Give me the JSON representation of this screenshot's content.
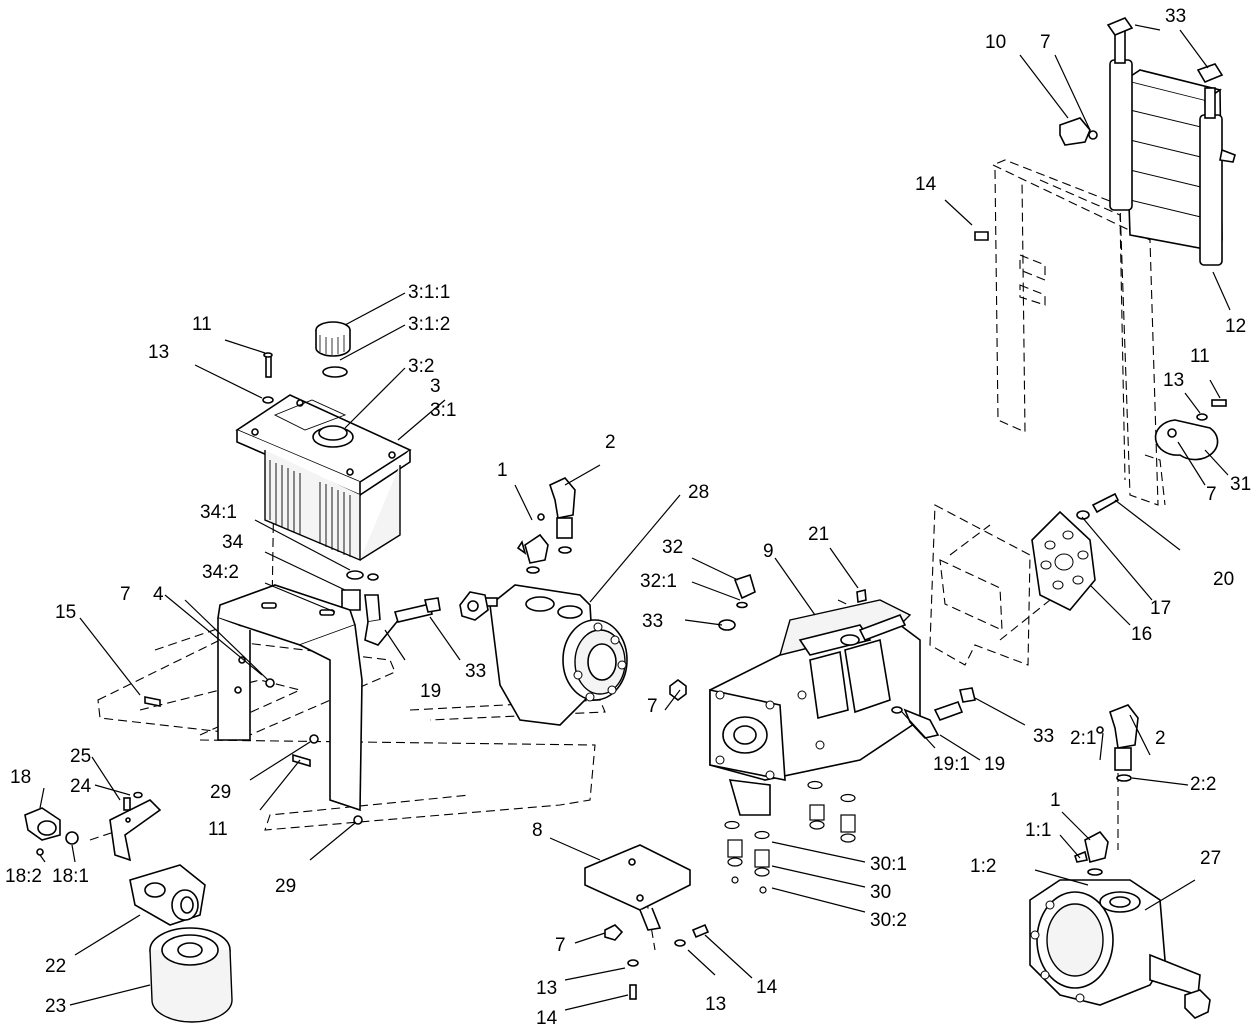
{
  "labels": {
    "l_33_top": "33",
    "l_10": "10",
    "l_7_a": "7",
    "l_14_a": "14",
    "l_12": "12",
    "l_11_a": "11",
    "l_13_a": "13",
    "l_31": "31",
    "l_7_b": "7",
    "l_3_1_1": "3:1:1",
    "l_3_1_2": "3:1:2",
    "l_11_b": "11",
    "l_13_b": "13",
    "l_3_2": "3:2",
    "l_3": "3",
    "l_3_1": "3:1",
    "l_2_a": "2",
    "l_1_a": "1",
    "l_28": "28",
    "l_34_1": "34:1",
    "l_34": "34",
    "l_34_2": "34:2",
    "l_4": "4",
    "l_7_c": "7",
    "l_15": "15",
    "l_19_a": "19",
    "l_33_b": "33",
    "l_32": "32",
    "l_32_1": "32:1",
    "l_33_c": "33",
    "l_21": "21",
    "l_9": "9",
    "l_20": "20",
    "l_17": "17",
    "l_16": "16",
    "l_7_d": "7",
    "l_33_d": "33",
    "l_19_b": "19",
    "l_19_1": "19:1",
    "l_2_1": "2:1",
    "l_2_b": "2",
    "l_2_2": "2:2",
    "l_25": "25",
    "l_24": "24",
    "l_18": "18",
    "l_29_a": "29",
    "l_11_c": "11",
    "l_29_b": "29",
    "l_18_2": "18:2",
    "l_18_1": "18:1",
    "l_22": "22",
    "l_23": "23",
    "l_8": "8",
    "l_30_1": "30:1",
    "l_30": "30",
    "l_30_2": "30:2",
    "l_1_1": "1:1",
    "l_1_b": "1",
    "l_27": "27",
    "l_1_2": "1:2",
    "l_7_e": "7",
    "l_13_c": "13",
    "l_14_b": "14",
    "l_13_d": "13",
    "l_14_c": "14"
  }
}
